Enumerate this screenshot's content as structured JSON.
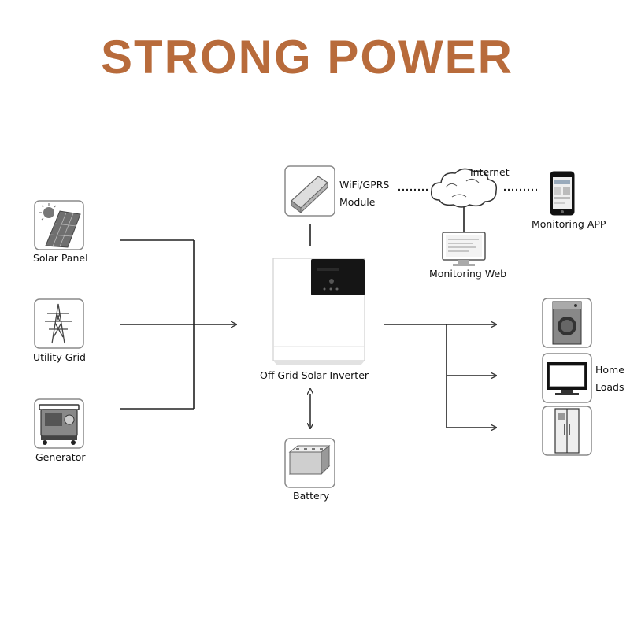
{
  "title": "STRONG POWER",
  "sources": {
    "solar_panel": "Solar Panel",
    "utility_grid": "Utility Grid",
    "generator": "Generator"
  },
  "communication": {
    "wifi_line1": "WiFi/GPRS",
    "wifi_line2": "Module",
    "internet": "Internet",
    "monitoring_web": "Monitoring Web",
    "monitoring_app": "Monitoring APP"
  },
  "inverter": "Off Grid Solar Inverter",
  "battery": "Battery",
  "loads": {
    "line1": "Home",
    "line2": "Loads"
  }
}
